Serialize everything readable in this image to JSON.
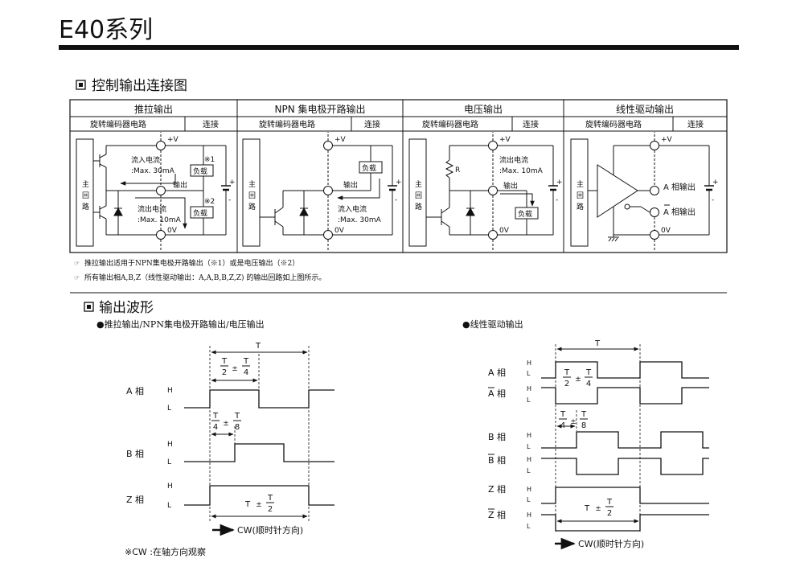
{
  "header": {
    "title": "E40系列"
  },
  "section1": {
    "title": "控制输出连接图",
    "columns": [
      {
        "title": "推拉输出",
        "sub_left": "旋转编码器电路",
        "sub_right": "连接"
      },
      {
        "title": "NPN 集电极开路输出",
        "sub_left": "旋转编码器电路",
        "sub_right": "连接"
      },
      {
        "title": "电压输出",
        "sub_left": "旋转编码器电路",
        "sub_right": "连接"
      },
      {
        "title": "线性驱动输出",
        "sub_left": "旋转编码器电路",
        "sub_right": "连接"
      }
    ],
    "labels": {
      "main_circuit": [
        "主",
        "回",
        "路"
      ],
      "plus_v": "+V",
      "zero_v": "0V",
      "output": "输出",
      "load": "负载",
      "sink_current": "流入电流",
      "source_current": "流出电流",
      "max30": ":Max. 30mA",
      "max10": ":Max. 10mA",
      "note1_mark": "※1",
      "note2_mark": "※2",
      "resistor": "R",
      "a_out": "A 相输出",
      "a_bar_out": "A 相输出",
      "plus": "+",
      "minus": "-"
    },
    "notes": [
      "推拉输出适用于NPN集电极开路输出（※1）或是电压输出（※2）",
      "所有输出相A,B,Z（线性驱动输出：A,A,B,B,Z,Z) 的输出回路如上图所示。"
    ]
  },
  "section2": {
    "title": "输出波形",
    "left_subtitle": "●推拉输出/NPN集电极开路输出/电压输出",
    "right_subtitle": "●线性驱动输出",
    "labels": {
      "T": "T",
      "two": "2",
      "four": "4",
      "eight": "8",
      "pm": "±",
      "H": "H",
      "L": "L",
      "a_phase": "A 相",
      "b_phase": "B 相",
      "z_phase": "Z 相",
      "a_bar_phase": "A 相",
      "b_bar_phase": "B 相",
      "z_bar_phase": "Z 相",
      "cw": "CW(顺时针方向)",
      "cw_note": "※CW :在轴方向观察"
    }
  }
}
